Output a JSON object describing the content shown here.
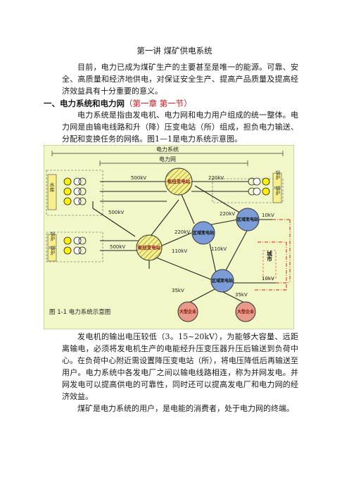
{
  "document": {
    "title": "第一讲    煤矿供电系统",
    "intro": "目前，电力已成为煤矿生产的主要甚至是唯一的能源。可靠、安全、高质量和经济地供电，对保证安全生产、提高产品质量及提高经济效益具有十分重要的意义。",
    "section_heading": "一、电力系统和电力网",
    "section_ref": "（第一章  第一节）",
    "para_system": "电力系统是指由发电机、电力网和电力用户组成的统一整体。电力网是由输电线路和升（降）压变电站（所）组成，担负电力输送、分配和变换任务的网络。图1—1是电力系统示意图。",
    "para_generator": "发电机的输出电压较低（3。15~20kV），为能够大容量、远距离输电，必须将发电机生产的电能经升压变压器升压后输送到负荷中心。在负荷中心附近需设置降压变电站（所），将电压降低后再输送至用户。电力系统中各发电厂之间以输电线路相连，称为并网发电。并网发电可以提高供电的可靠性，同时还可以提高发电厂和电力网的经济效益。",
    "para_mine": "煤矿是电力系统的用户，是电能的消费者，处于电力网的终端。"
  },
  "figure": {
    "caption": "图 1-1    电力系统示意图",
    "label_power_system": "电力系统",
    "label_power_grid": "电力网",
    "plant_reservoir": "水库",
    "plant_boiler": "锅炉",
    "hub_substation": "枢纽变电站",
    "regional_substation": "区域变电站",
    "city": "城市",
    "large_enterprise": "大型企业",
    "voltages": {
      "v500": "500kV",
      "v220": "220kV",
      "v110": "110kV",
      "v35": "35kV",
      "v10": "10kV"
    },
    "colors": {
      "background": "#f2f7c8",
      "hub": "#f7ef8a",
      "regional": "#7b9cd6",
      "enterprise": "#e89a88",
      "generator": "#fff200",
      "city_line": "#d61f1f"
    }
  }
}
